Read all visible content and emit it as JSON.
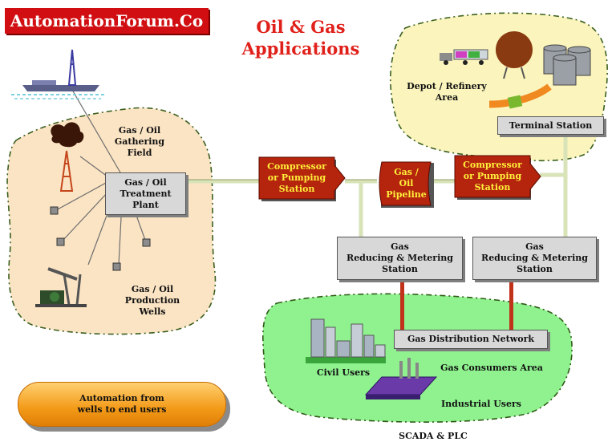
{
  "brand": {
    "logo_text": "AutomationForum.Co",
    "red": "#d10f12"
  },
  "title": {
    "line1": "Oil & Gas",
    "line2": "Applications"
  },
  "labels": {
    "gathering_field": "Gas / Oil\nGathering\nField",
    "production_wells": "Gas / Oil\nProduction\nWells",
    "depot_refinery": "Depot / Refinery\nArea",
    "civil_users": "Civil  Users",
    "consumers_area": "Gas  Consumers Area",
    "industrial_users": "Industrial  Users"
  },
  "boxes": {
    "treatment_plant": "Gas / Oil\nTreatment\nPlant",
    "terminal_station": "Terminal  Station",
    "reducing_metering_1": "Gas\nReducing & Metering\nStation",
    "reducing_metering_2": "Gas\nReducing & Metering\nStation",
    "distribution_network": "Gas  Distribution  Network"
  },
  "stations": {
    "compressor_1": "Compressor\nor Pumping\nStation",
    "pipeline": "Gas /\nOil\nPipeline",
    "compressor_2": "Compressor\nor Pumping\nStation"
  },
  "banner": {
    "text": "Automation from\nwells   to   end users"
  },
  "footer": {
    "text": "SCADA & PLC"
  },
  "colors": {
    "field_fill": "#fbe4c4",
    "depot_fill": "#fbf5bd",
    "consumers_fill": "#8ff28f",
    "station_fill": "#b5240d",
    "station_text": "#ffef3a",
    "pipe": "#d8e3b8"
  }
}
